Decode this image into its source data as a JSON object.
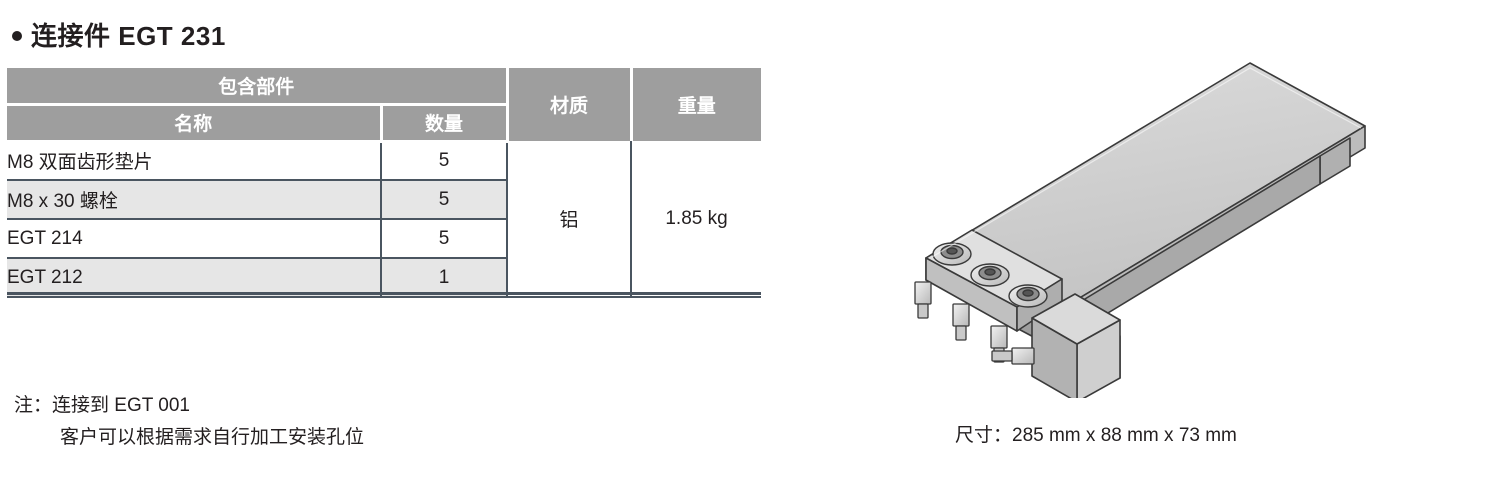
{
  "title": {
    "bullet": "bullet-point",
    "text": "连接件 EGT 231"
  },
  "table": {
    "group_header": "包含部件",
    "columns": {
      "name": "名称",
      "quantity": "数量",
      "material": "材质",
      "weight": "重量"
    },
    "rows": [
      {
        "name": "M8 双面齿形垫片",
        "quantity": "5"
      },
      {
        "name": "M8 x 30 螺栓",
        "quantity": "5"
      },
      {
        "name": "EGT 214",
        "quantity": "5"
      },
      {
        "name": "EGT 212",
        "quantity": "1"
      }
    ],
    "material_value": "铝",
    "weight_value": "1.85 kg"
  },
  "notes": {
    "line1": "注：连接到 EGT 001",
    "line2": "客户可以根据需求自行加工安装孔位"
  },
  "illustration": {
    "name": "egt-231-bracket-3d-render",
    "caption": "尺寸：285 mm x 88 mm x 73 mm"
  },
  "colors": {
    "header_gray": "#9e9e9e",
    "row_alt_gray": "#e6e6e6",
    "border_dark": "#4a5560",
    "text": "#231f20",
    "part_fill_top": "#d4d4d4",
    "part_fill_side": "#a8a8a8",
    "part_outline": "#3a3a3a"
  }
}
